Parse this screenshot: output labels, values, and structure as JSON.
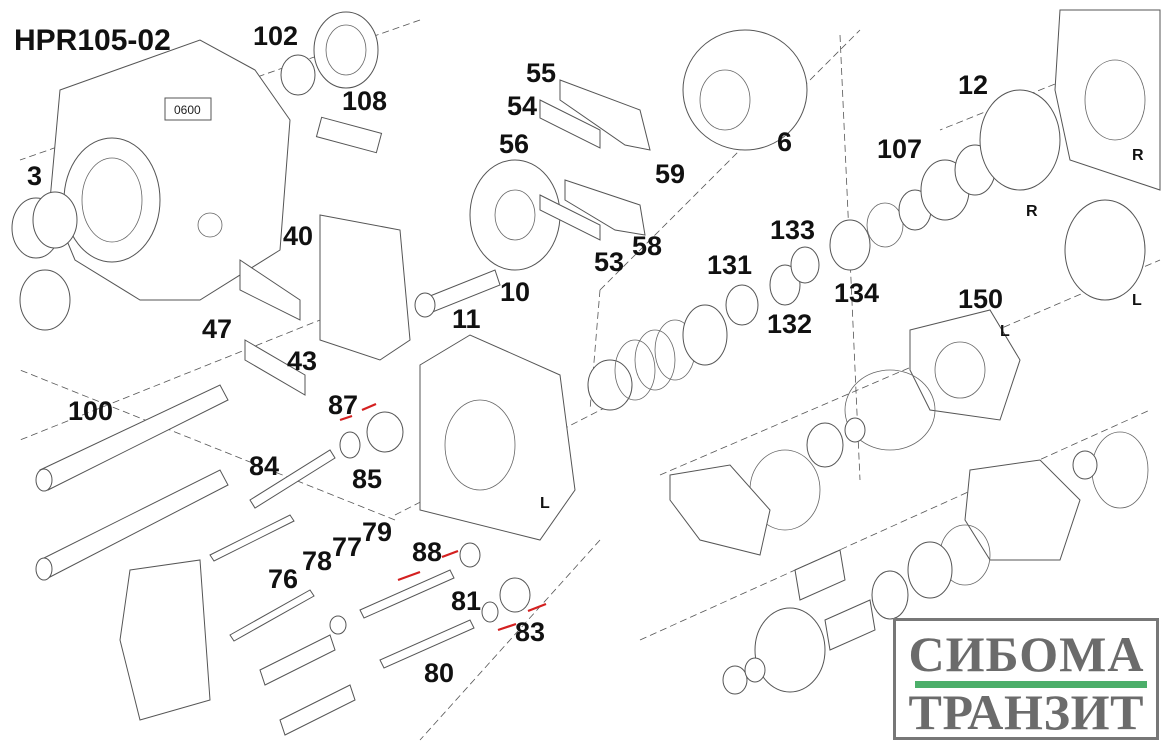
{
  "title": "HPR105-02",
  "housing_tag": "0600",
  "labels": {
    "l102": "102",
    "l108": "108",
    "l3": "3",
    "l40": "40",
    "l47": "47",
    "l43": "43",
    "l100": "100",
    "l87": "87",
    "l85": "85",
    "l84": "84",
    "l76": "76",
    "l78": "78",
    "l77": "77",
    "l79": "79",
    "l88": "88",
    "l81": "81",
    "l83": "83",
    "l80": "80",
    "l55": "55",
    "l54": "54",
    "l56": "56",
    "l59": "59",
    "l58": "58",
    "l53": "53",
    "l10": "10",
    "l11": "11",
    "l6": "6",
    "l12": "12",
    "l107": "107",
    "lR1": "R",
    "lR2": "R",
    "lL1": "L",
    "l133": "133",
    "l131": "131",
    "l134": "134",
    "l132": "132",
    "l150": "150",
    "lL2": "L",
    "lL3": "L"
  },
  "watermark": {
    "line1": "СИБОМА",
    "line2": "ТРАНЗИТ",
    "accent": "#4caf6a",
    "text_color": "#6b6b6b"
  }
}
